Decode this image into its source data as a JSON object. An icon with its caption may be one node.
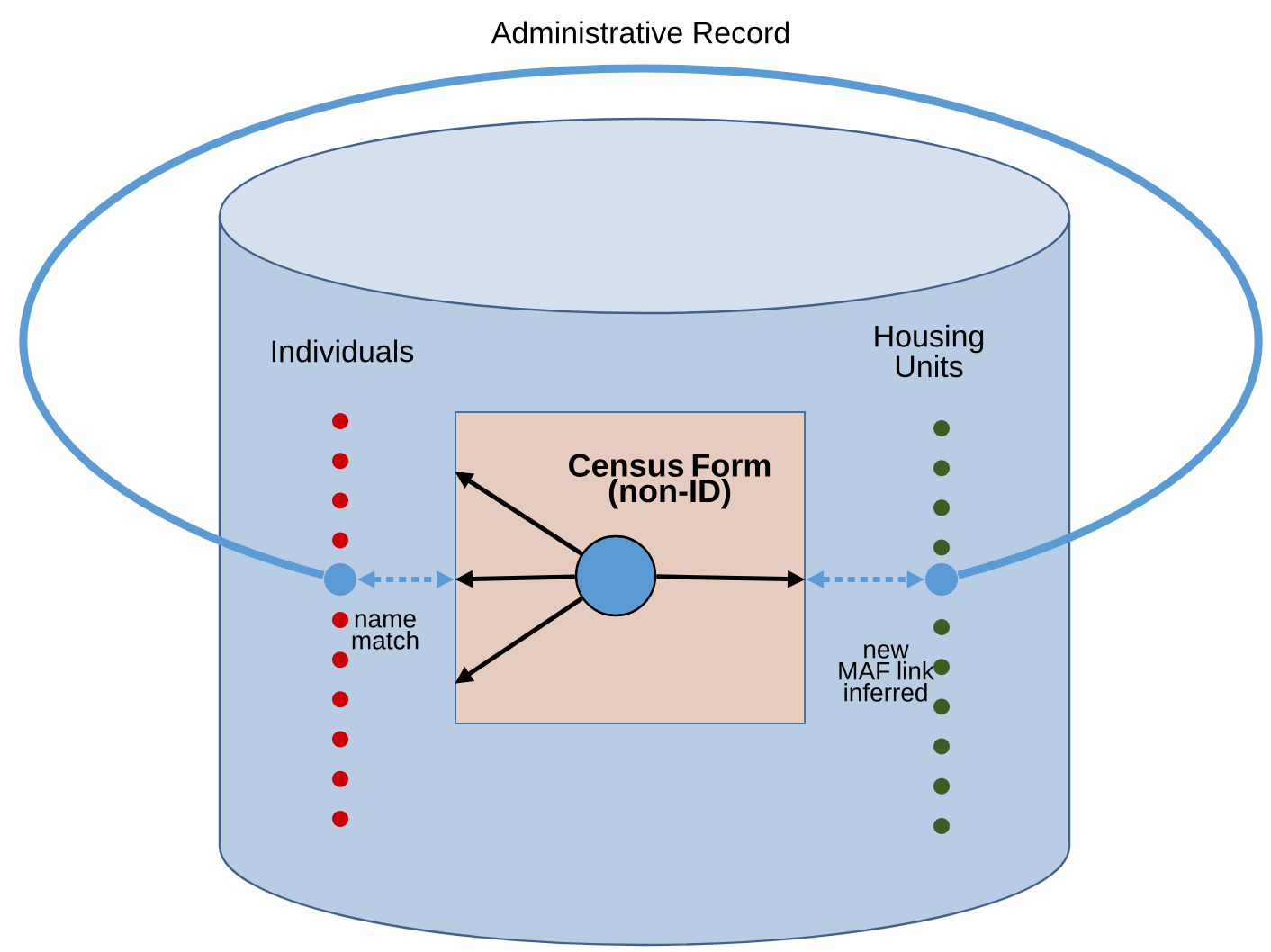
{
  "diagram": {
    "title": "Administrative Record",
    "nodes": [
      {
        "text": [],
        "shape": "cylinder"
      },
      {
        "text": [
          "Census Form (non-ID)"
        ],
        "in": 0
      },
      {
        "text": [],
        "shape": "circle",
        "in": 1
      },
      {
        "text": [],
        "shape": "circle",
        "in": 0
      },
      {
        "text": [],
        "shape": "circle",
        "in": 0
      }
    ],
    "edges": [
      {
        "from": 2,
        "to": 1,
        "arrow": "to"
      },
      {
        "from": 2,
        "to": 1,
        "arrow": "to"
      },
      {
        "from": 2,
        "to": 1,
        "arrow": "to"
      },
      {
        "from": 2,
        "to": 1,
        "arrow": "to"
      },
      {
        "from": 3,
        "to": 1,
        "arrow": "both",
        "label": "name match",
        "style": "dashed",
        "color": "#5b9bd5"
      },
      {
        "from": 1,
        "to": 4,
        "arrow": "both",
        "label": "new MAF link inferred",
        "style": "dashed",
        "color": "#5b9bd5"
      },
      {
        "from": 3,
        "to": 4,
        "arrow": "none",
        "style": "thick",
        "color": "#5b9bd5"
      }
    ],
    "labels": [
      "Individuals",
      "Housing Units"
    ]
  }
}
